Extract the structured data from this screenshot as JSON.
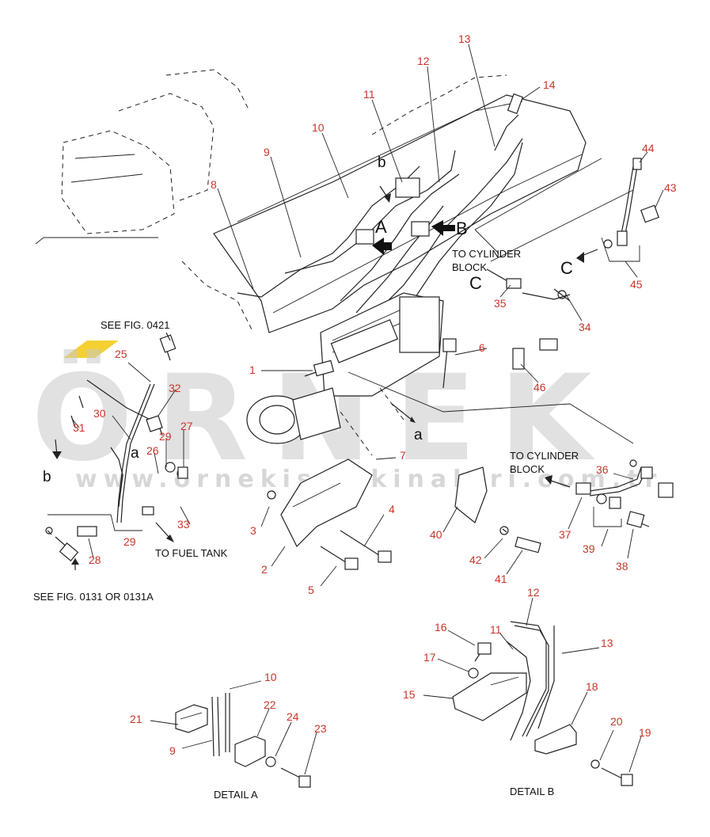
{
  "watermark": {
    "brand": "ÖRNEK",
    "site": "www.ornekismakinalari.com.tr",
    "accent": "#f2c400"
  },
  "views": {
    "a": "A",
    "b": "B",
    "c": "C",
    "arrow_c": "C",
    "ref_a": "a",
    "ref_b": "b",
    "ref_b_top": "b",
    "ref_a_small": "a"
  },
  "notes": {
    "see_fig_0421": "SEE FIG. 0421",
    "see_fig_0131": "SEE FIG. 0131 OR 0131A",
    "to_fuel_tank": "TO FUEL TANK",
    "to_cyl_block_1": "TO CYLINDER",
    "to_cyl_block_1b": "BLOCK",
    "to_cyl_block_2": "TO CYLINDER",
    "to_cyl_block_2b": "BLOCK",
    "detail_a": "DETAIL  A",
    "detail_b": "DETAIL  B"
  },
  "callouts": {
    "c1": "1",
    "c2": "2",
    "c3": "3",
    "c4": "4",
    "c5": "5",
    "c6": "6",
    "c7": "7",
    "c8": "8",
    "c9": "9",
    "c10": "10",
    "c11": "11",
    "c12": "12",
    "c13": "13",
    "c14": "14",
    "c25": "25",
    "c26": "26",
    "c27": "27",
    "c28": "28",
    "c29a": "29",
    "c29b": "29",
    "c30": "30",
    "c31": "31",
    "c32": "32",
    "c33": "33",
    "c34": "34",
    "c35": "35",
    "c36": "36",
    "c37": "37",
    "c38": "38",
    "c39": "39",
    "c40": "40",
    "c41": "41",
    "c42": "42",
    "c43": "43",
    "c44": "44",
    "c45": "45",
    "c46": "46",
    "da10": "10",
    "da21": "21",
    "da9": "9",
    "da22": "22",
    "da24": "24",
    "da23": "23",
    "db12": "12",
    "db11": "11",
    "db16": "16",
    "db13": "13",
    "db17": "17",
    "db15": "15",
    "db18": "18",
    "db20": "20",
    "db19": "19"
  }
}
